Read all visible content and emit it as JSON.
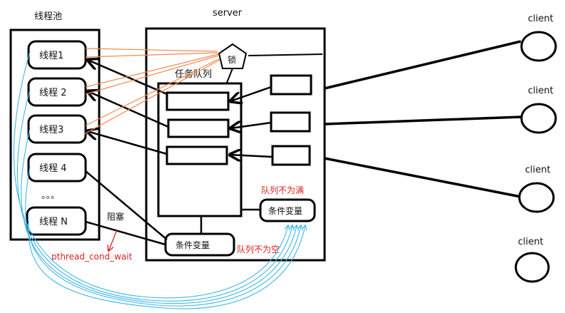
{
  "thread_pool": {
    "title": "线程池",
    "threads": [
      "线程1",
      "线程 2",
      "线程3",
      "线程 4",
      "线程 N"
    ],
    "ellipsis": "。。。"
  },
  "server": {
    "title": "server",
    "lock": "锁",
    "task_queue_title": "任务队列",
    "cond_var_not_full": "条件变量",
    "cond_var_not_empty": "条件变量",
    "label_not_full": "队列不为满",
    "label_not_empty": "队列不为空"
  },
  "annotations": {
    "blocked": "阻塞",
    "wait_call": "pthread_cond_wait"
  },
  "clients": [
    "client",
    "client",
    "client",
    "client"
  ],
  "colors": {
    "black": "#000000",
    "orange": "#f5874f",
    "red": "#e02020",
    "cyan": "#3fb7e6"
  }
}
